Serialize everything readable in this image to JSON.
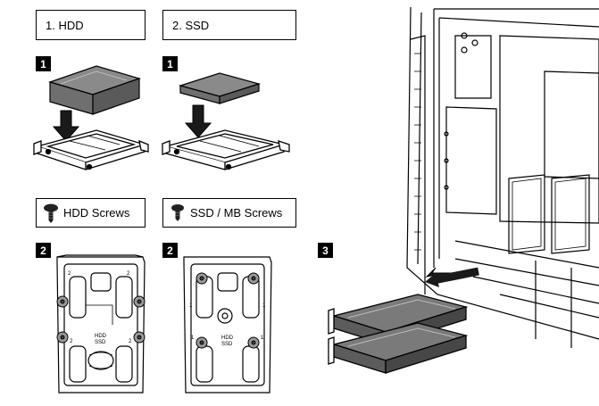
{
  "labels": {
    "hdd_title": "1. HDD",
    "ssd_title": "2. SSD",
    "hdd_screws": "HDD Screws",
    "ssd_mb_screws": "SSD / MB Screws"
  },
  "steps": {
    "hdd_step1": "1",
    "ssd_step1": "1",
    "hdd_step2": "2",
    "ssd_step2": "2",
    "case_step3": "3"
  },
  "tray_marks": {
    "hdd_top_left": "2",
    "hdd_top_right": "2",
    "hdd_bottom_left": "2",
    "hdd_bottom_right": "2",
    "ssd_left": "1",
    "ssd_right": "1",
    "ssd_bottom_left": "1",
    "ssd_bottom_right": "1",
    "hdd_tag_line1": "HDD",
    "hdd_tag_line2": "SSD",
    "ssd_tag_line1": "HDD",
    "ssd_tag_line2": "SSD"
  },
  "icons": {
    "screw": "screw-icon",
    "arrow": "arrow-down-icon"
  }
}
